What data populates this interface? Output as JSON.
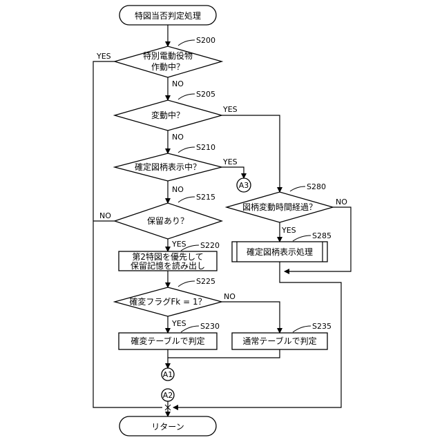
{
  "terminals": {
    "start": "特図当否判定処理",
    "end": "リターン"
  },
  "decisions": {
    "s200": {
      "step": "S200",
      "line1": "特別電動役物",
      "line2": "作動中？"
    },
    "s205": {
      "step": "S205",
      "text": "変動中？"
    },
    "s210": {
      "step": "S210",
      "text": "確定図柄表示中？"
    },
    "s215": {
      "step": "S215",
      "text": "保留あり？"
    },
    "s225": {
      "step": "S225",
      "text": "確変フラグFk = 1？"
    },
    "s280": {
      "step": "S280",
      "text": "図柄変動時間経過？"
    }
  },
  "processes": {
    "s220": {
      "step": "S220",
      "line1": "第2特図を優先して",
      "line2": "保留記憶を読み出し"
    },
    "s230": {
      "step": "S230",
      "text": "確変テーブルで判定"
    },
    "s235": {
      "step": "S235",
      "text": "通常テーブルで判定"
    },
    "s285": {
      "step": "S285",
      "text": "確定図柄表示処理"
    }
  },
  "connectors": {
    "a1": "A1",
    "a2": "A2",
    "a3": "A3"
  },
  "branch_labels": {
    "yes": "YES",
    "no": "NO"
  }
}
